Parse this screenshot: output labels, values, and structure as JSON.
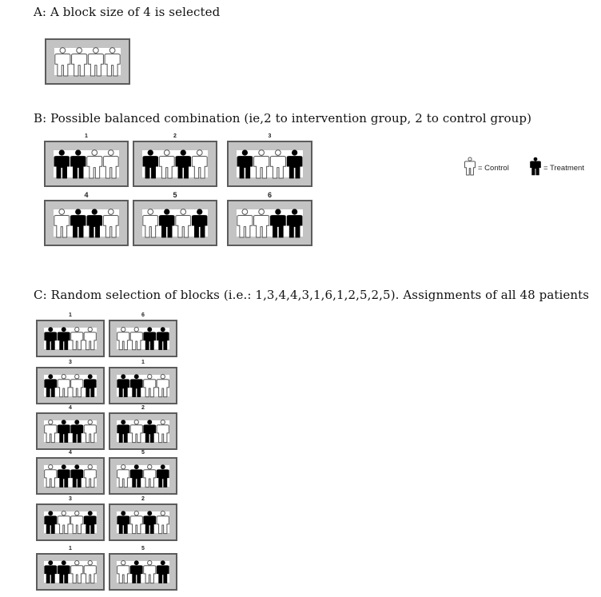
{
  "headings": {
    "a": "A: A block size of 4 is selected",
    "b": "B: Possible balanced combination (ie,2 to intervention group, 2 to control group)",
    "c": "C: Random selection of blocks (i.e.: 1,3,4,4,3,1,6,1,2,5,2,5). Assignments of all 48 patients"
  },
  "legend": {
    "control_label": "= Control",
    "treatment_label": "= Treatment",
    "control_icon": "person-outline-icon",
    "treatment_icon": "person-filled-icon"
  },
  "colors": {
    "treatment": "#000000",
    "control": "#ffffff",
    "block_background": "#c3c3c3",
    "block_border": "#5c5c5c"
  },
  "combinations": {
    "1": [
      "T",
      "T",
      "C",
      "C"
    ],
    "2": [
      "T",
      "C",
      "T",
      "C"
    ],
    "3": [
      "T",
      "C",
      "C",
      "T"
    ],
    "4": [
      "C",
      "T",
      "T",
      "C"
    ],
    "5": [
      "C",
      "T",
      "C",
      "T"
    ],
    "6": [
      "C",
      "C",
      "T",
      "T"
    ]
  },
  "section_a": {
    "block_size": 4,
    "pattern": [
      "C",
      "C",
      "C",
      "C"
    ]
  },
  "section_b": {
    "blocks": [
      "1",
      "2",
      "3",
      "4",
      "5",
      "6"
    ]
  },
  "section_c": {
    "sequence": [
      "1",
      "6",
      "3",
      "1",
      "4",
      "2",
      "4",
      "5",
      "3",
      "2",
      "1",
      "5"
    ]
  }
}
